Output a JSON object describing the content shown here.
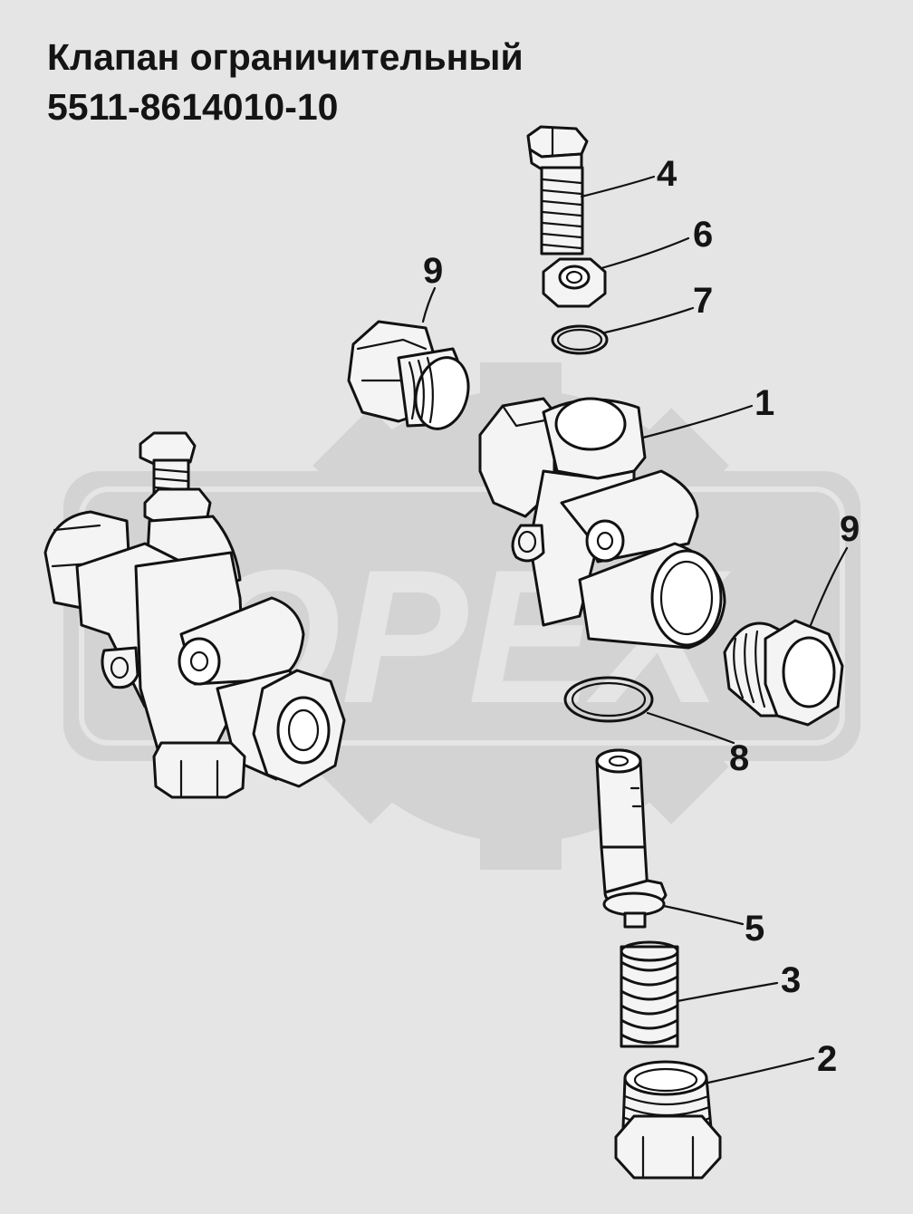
{
  "title": {
    "line1": "Клапан ограничительный",
    "line2": "5511-8614010-10"
  },
  "watermark": {
    "text": "OPEX",
    "color": "#d3d3d3"
  },
  "callouts": {
    "c1": "1",
    "c2": "2",
    "c3": "3",
    "c4": "4",
    "c5": "5",
    "c6": "6",
    "c7": "7",
    "c8": "8",
    "c9a": "9",
    "c9b": "9"
  },
  "colors": {
    "background": "#e5e5e5",
    "ink": "#121212",
    "part_fill": "#f4f4f4"
  }
}
